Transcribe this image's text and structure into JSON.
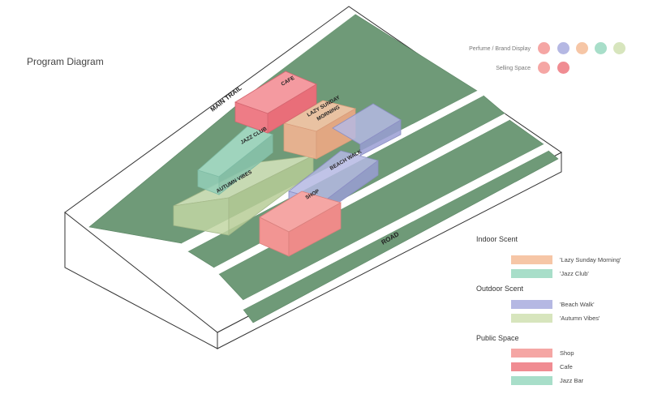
{
  "title": "Program Diagram",
  "site_labels": {
    "main_trail": "MAIN TRAIL",
    "road": "ROAD"
  },
  "box_labels": {
    "cafe": "CAFE",
    "lazy_line1": "LAZY SUNDAY",
    "lazy_line2": "MORNING",
    "jazz_club": "JAZZ CLUB",
    "autumn_vibes": "AUTUMN VIBES",
    "beach_walk": "BEACH WALK",
    "shop": "SHOP"
  },
  "display_legend": [
    {
      "label": "Perfume / Brand Display",
      "colors": [
        "#f5a6a4",
        "#b5b8e3",
        "#f6c6a6",
        "#a8dec9",
        "#d7e5bd"
      ]
    },
    {
      "label": "Selling Space",
      "colors": [
        "#f5a6a4",
        "#f08c92"
      ]
    }
  ],
  "legend": [
    {
      "heading": "Indoor Scent",
      "items": [
        {
          "label": "'Lazy Sunday Morning'",
          "color": "#f6c6a6"
        },
        {
          "label": "'Jazz Club'",
          "color": "#a8dec9"
        }
      ]
    },
    {
      "heading": "Outdoor Scent",
      "items": [
        {
          "label": "'Beach Walk'",
          "color": "#b5b8e3"
        },
        {
          "label": "'Autumn Vibes'",
          "color": "#d7e5bd"
        }
      ]
    },
    {
      "heading": "Public Space",
      "items": [
        {
          "label": "Shop",
          "color": "#f5a6a4"
        },
        {
          "label": "Cafe",
          "color": "#f08c92"
        },
        {
          "label": "Jazz Bar",
          "color": "#a8dec9"
        }
      ]
    }
  ],
  "colors": {
    "grass": "#6f9a78",
    "lazy": "#f6c6a6",
    "jazz": "#a8dec9",
    "beach": "#b5b8e3",
    "autumn": "#d7e5bd",
    "shop": "#f5a6a4",
    "cafe": "#f08c92"
  }
}
